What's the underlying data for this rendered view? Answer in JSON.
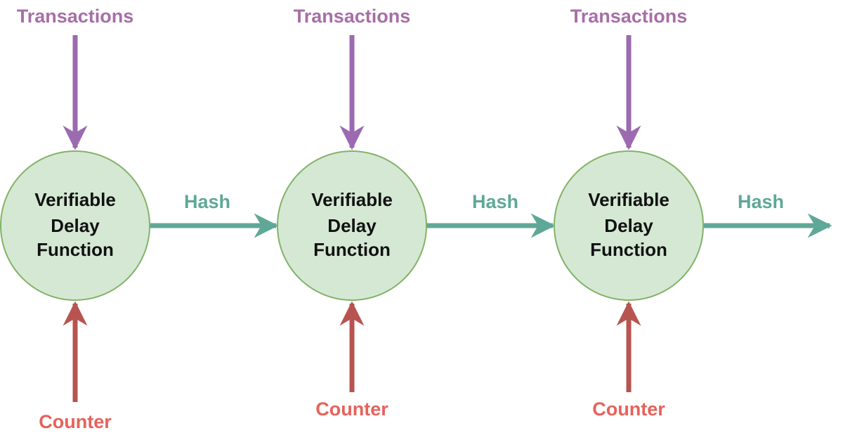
{
  "colors": {
    "transactions": "#9b6ab0",
    "counter": "#b85450",
    "hash": "#5fa898",
    "node_fill": "#d5e8d4",
    "node_stroke": "#82b366"
  },
  "stages": [
    {
      "node": [
        "Verifiable",
        "Delay",
        "Function"
      ],
      "input_top": "Transactions",
      "input_bottom": "Counter",
      "output": "Hash"
    },
    {
      "node": [
        "Verifiable",
        "Delay",
        "Function"
      ],
      "input_top": "Transactions",
      "input_bottom": "Counter",
      "output": "Hash"
    },
    {
      "node": [
        "Verifiable",
        "Delay",
        "Function"
      ],
      "input_top": "Transactions",
      "input_bottom": "Counter",
      "output": "Hash"
    }
  ]
}
